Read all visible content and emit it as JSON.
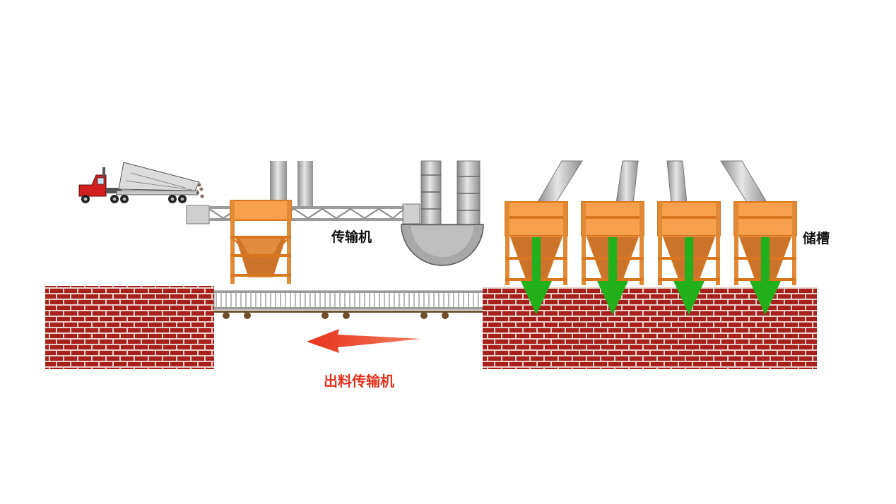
{
  "labels": {
    "conveyor": "传输机",
    "storage_silos": "储槽",
    "discharge_conveyor": "出料传输机"
  },
  "colors": {
    "brick": "#a8201a",
    "mortar": "#e8cfc8",
    "hopper": "#f5a04a",
    "hopper_frame": "#d9771f",
    "green_arrow": "#22b11c",
    "red_arrow": "#e8321e",
    "steel": "#b9b9b9",
    "truck_cab": "#d21f1f"
  },
  "icons": {
    "truck": "dump-truck-icon",
    "flow_down": "down-arrow-icon",
    "flow_left": "left-arrow-icon"
  },
  "storage_silo_count": 4
}
